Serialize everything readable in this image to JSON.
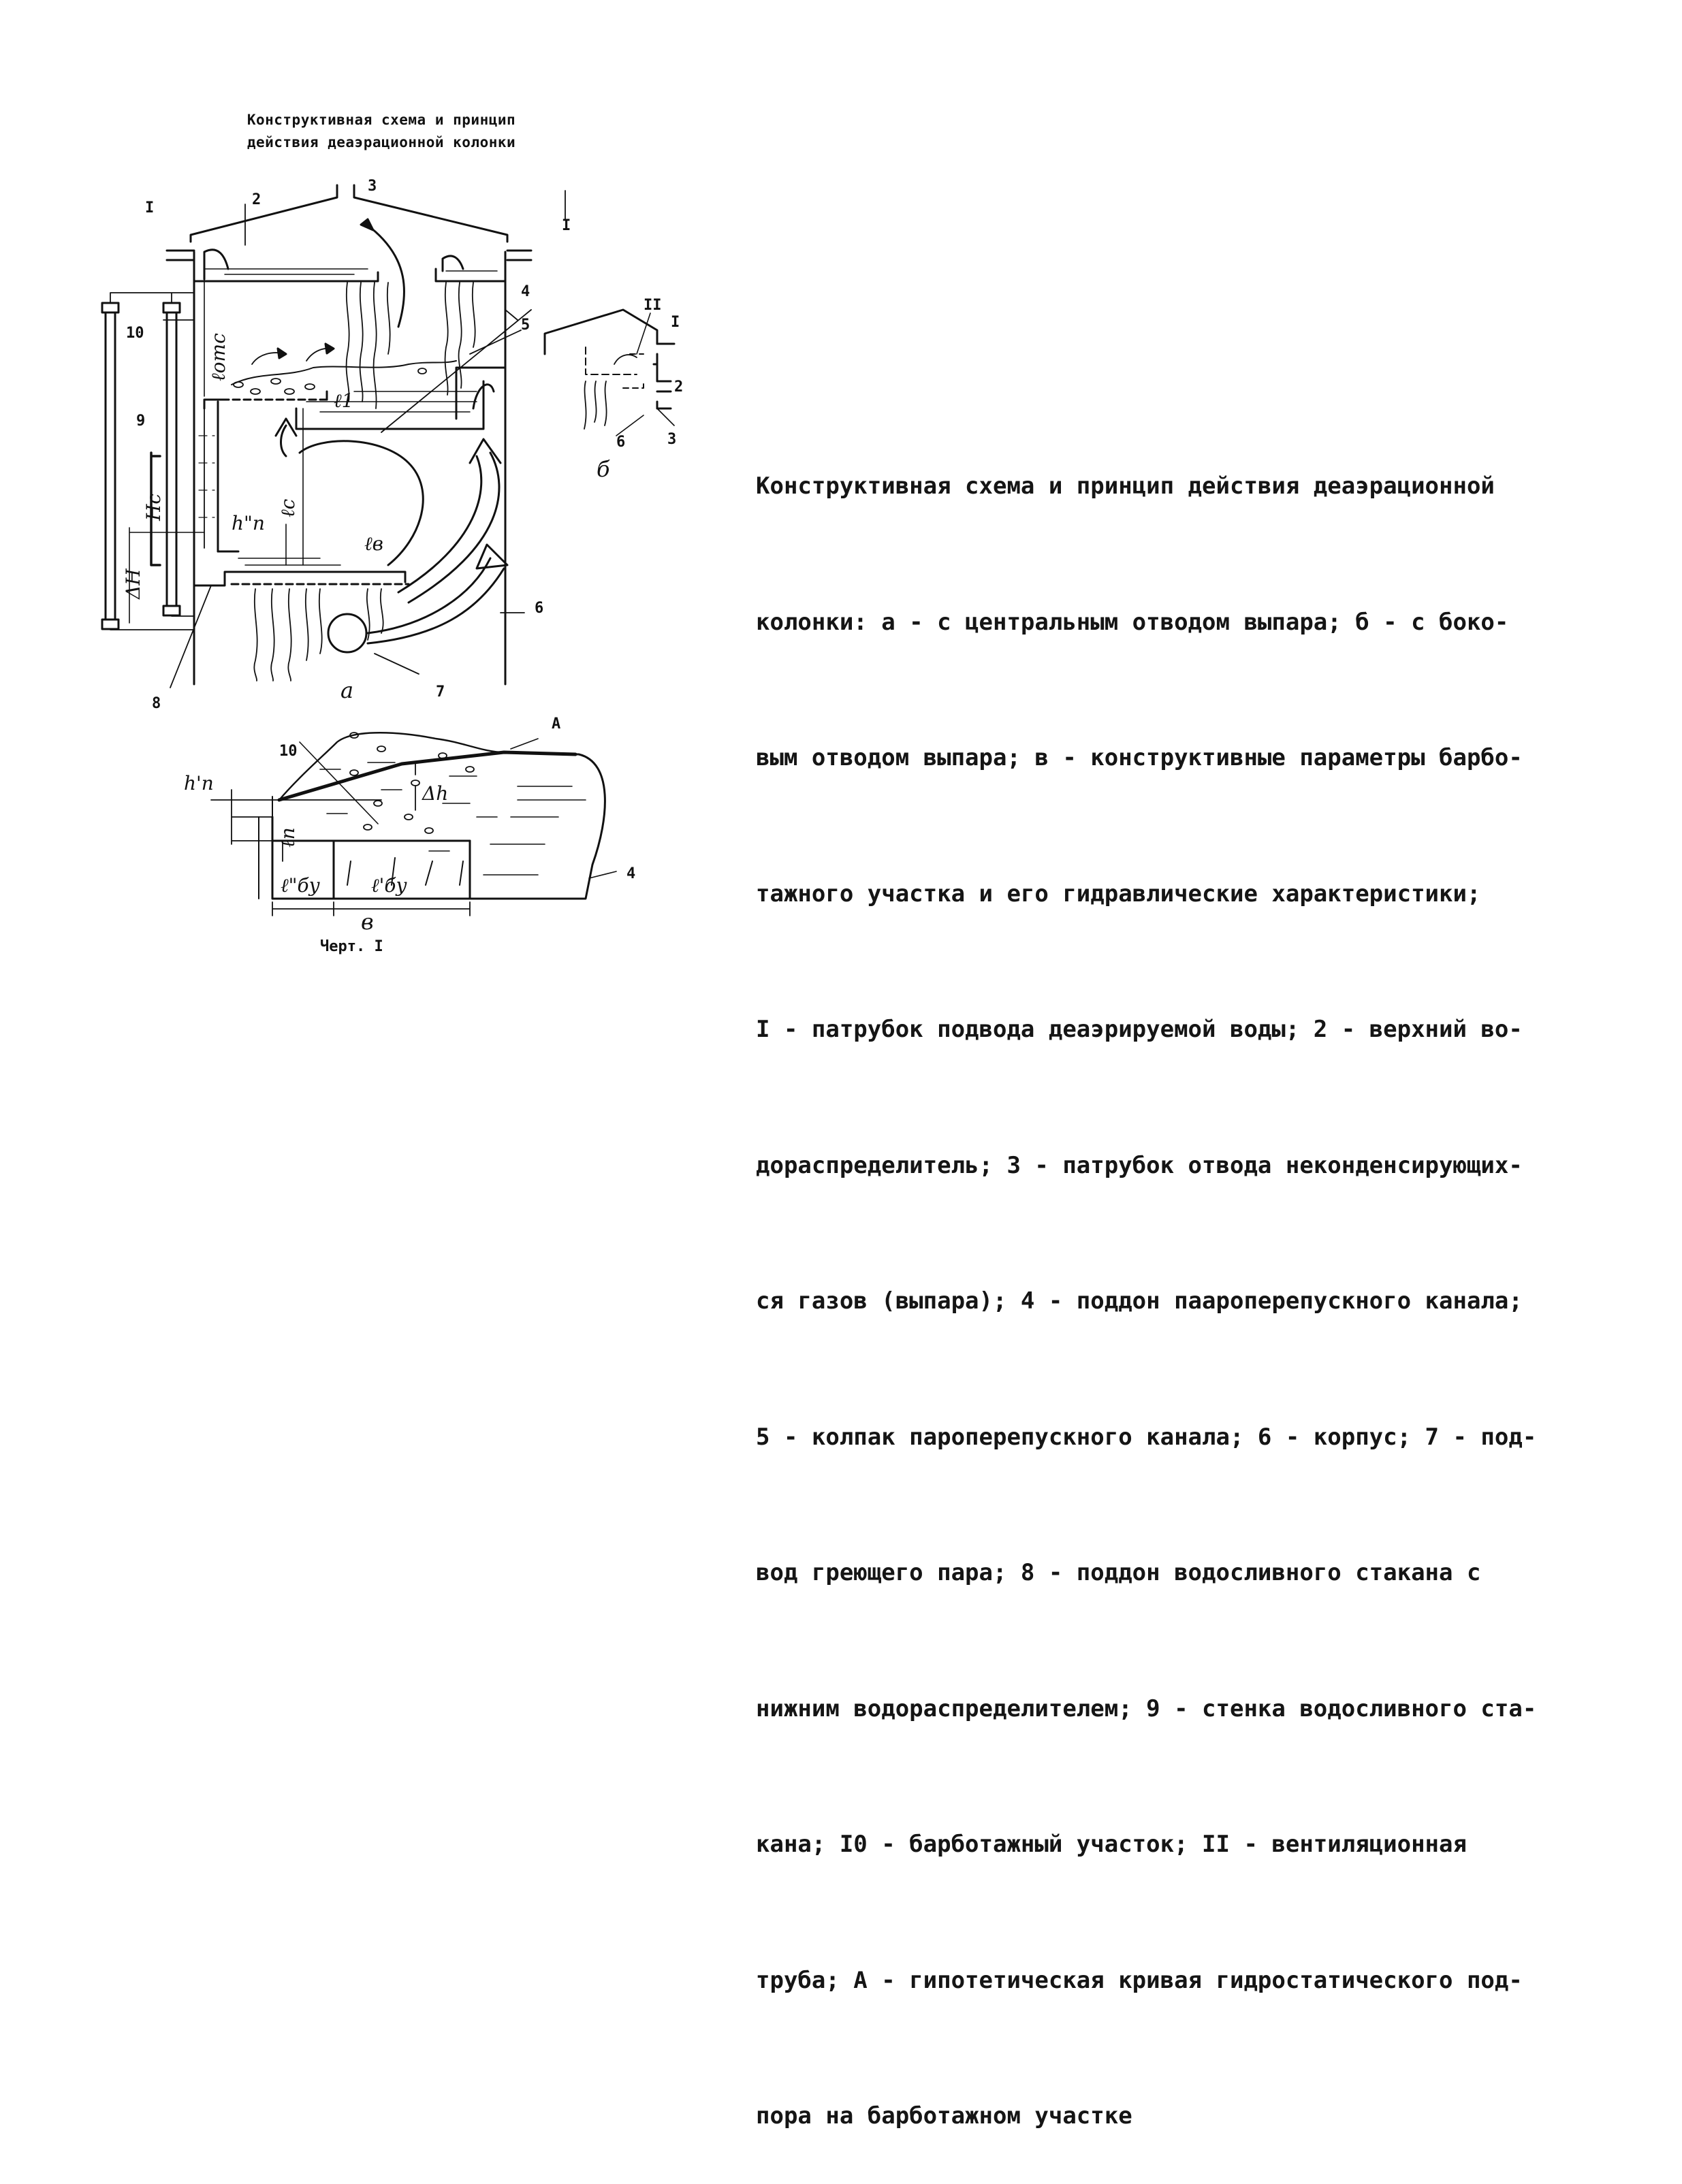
{
  "figure": {
    "title_lines": [
      "Конструктивная схема и принцип",
      "действия деаэрационной колонки"
    ],
    "chart_ref": "Черт. I",
    "sub_labels": {
      "a": "а",
      "b": "б",
      "v": "в"
    },
    "part_numbers": {
      "inlet_left": "I",
      "inlet_right": "I",
      "n2": "2",
      "n3": "3",
      "n4": "4",
      "n5": "5",
      "n6": "6",
      "n7": "7",
      "n8": "8",
      "n9": "9",
      "n10": "10",
      "b_II": "II",
      "b_I": "I",
      "b_2": "2",
      "b_3": "3",
      "b_6": "6",
      "v_10": "10",
      "v_A": "A",
      "v_4": "4"
    },
    "dimension_labels": {
      "l_otc": "ℓотс",
      "l_1": "ℓ1",
      "l_c": "ℓс",
      "l_v": "ℓв",
      "h_n2": "h\"п",
      "H_c": "Hc",
      "dH": "ΔH",
      "h_n1": "h'п",
      "dh": "Δh",
      "l_n": "ℓп",
      "l_by2": "ℓ\"бу",
      "l_by1": "ℓ'бу"
    }
  },
  "caption_lines": [
    "Конструктивная схема и принцип действия деаэрационной",
    "колонки: а - с центральным отводом выпара; б - с боко-",
    "вым отводом выпара; в - конструктивные параметры барбо-",
    "тажного участка и его гидравлические характеристики;",
    "I - патрубок подвода деаэрируемой воды; 2 - верхний во-",
    "дораспределитель; 3 - патрубок отвода неконденсирующих-",
    "ся газов (выпара); 4 - поддон паароперепускного канала;",
    "5 - колпак пароперепускного канала; 6 - корпус; 7 - под-",
    "вод греющего пара; 8 - поддон водосливного стакана с",
    "нижним водораспределителем; 9 - стенка водосливного ста-",
    "кана; I0 - барботажный участок; II - вентиляционная",
    "труба; A - гипотетическая кривая гидростатического под-",
    "пора на барботажном участке"
  ]
}
